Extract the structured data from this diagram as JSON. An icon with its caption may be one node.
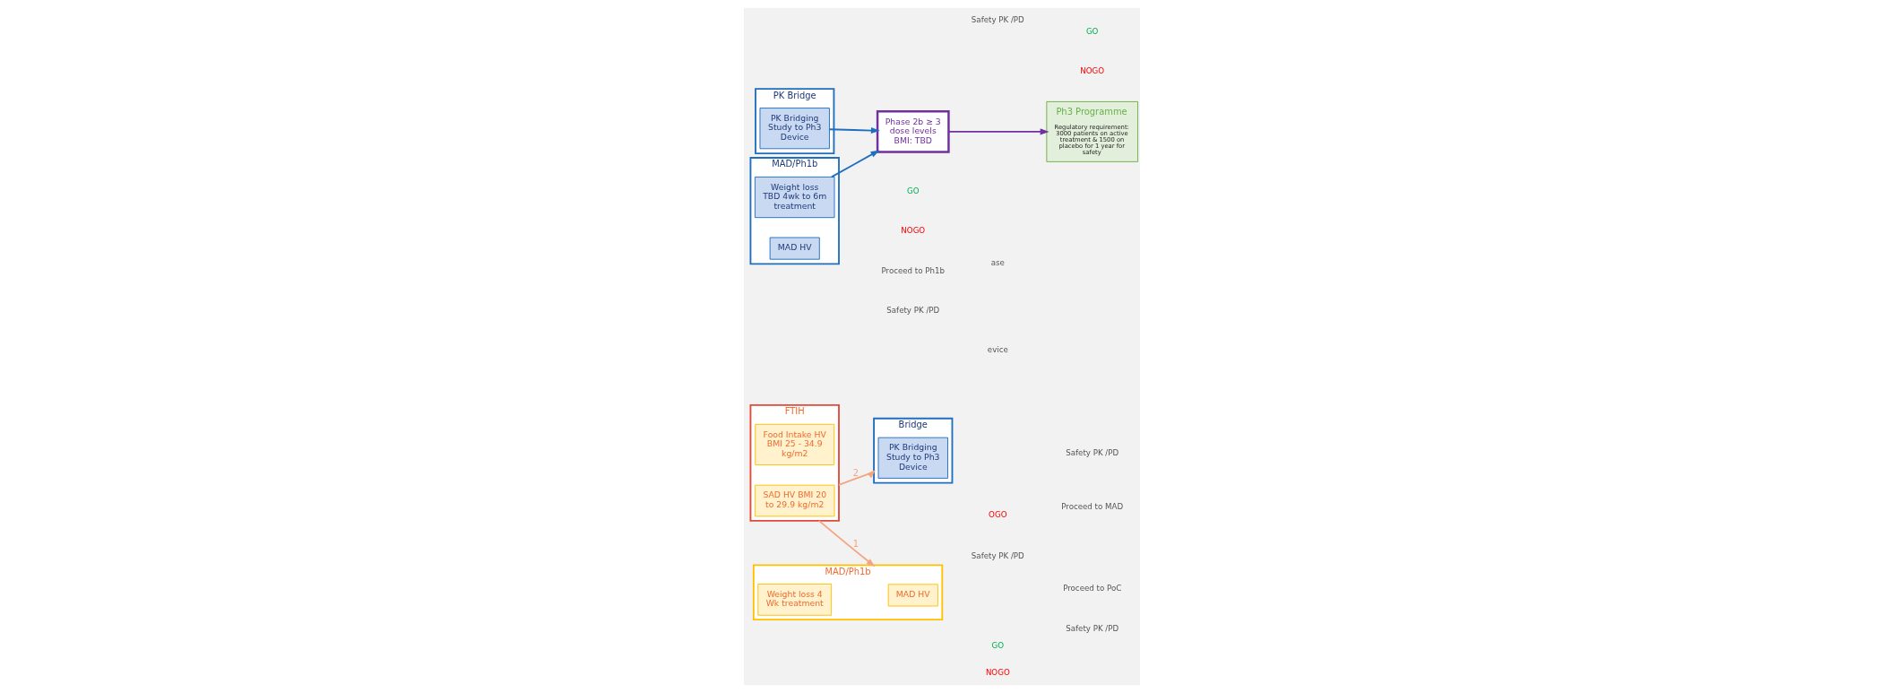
{
  "diagram": {
    "nodes": [
      {
        "text": [
          "FTIH"
        ]
      },
      {
        "text": [
          "SAD HV BMI 20 to 29.9 kg/m2"
        ],
        "in": 0
      },
      {
        "text": [
          "Food Intake HV BMI 25 - 34.9 kg/m2"
        ],
        "in": 0
      },
      {
        "text": [
          "MAD/Ph1b"
        ]
      },
      {
        "text": [
          "MAD HV"
        ],
        "in": 3
      },
      {
        "text": [
          "Weight loss 4 Wk treatment"
        ],
        "in": 3
      },
      {
        "text": [
          "PK Bridge"
        ]
      },
      {
        "text": [
          "PK Bridging Study to Ph3 Device"
        ],
        "in": 6
      },
      {
        "text": [
          "Bridge"
        ]
      },
      {
        "text": [
          "PK Bridging Study to Ph3 Device"
        ],
        "in": 8
      },
      {
        "text": [
          "MAD/Ph1b"
        ]
      },
      {
        "text": [
          "MAD HV"
        ],
        "in": 10
      },
      {
        "text": [
          "Weight loss TBD 4wk to 6m treatment"
        ],
        "in": 10
      },
      {
        "text": [
          "Phase 2b ≥ 3 dose levels BMI: TBD"
        ]
      },
      {
        "text": [
          "Ph3 Programme",
          "Regulatory requirement: 3000 patients on active treatment & 1500 on placebo for 1 year for safety"
        ]
      }
    ],
    "edges": [
      {
        "from": 0,
        "to": 3,
        "arrow": "to",
        "label": "1",
        "color": "#f4a582"
      },
      {
        "from": 0,
        "to": 8,
        "arrow": "to",
        "label": "2",
        "color": "#f4a582"
      },
      {
        "from": 7,
        "to": 13,
        "arrow": "to",
        "color": "#1f6fbf"
      },
      {
        "from": 12,
        "to": 13,
        "arrow": "to",
        "color": "#1f6fbf"
      },
      {
        "from": 13,
        "to": 14,
        "arrow": "to",
        "color": "#7030a0"
      }
    ],
    "labels": [
      "Safety PK /PD",
      "OGO",
      "ase",
      "evice",
      "Safety PK /PD",
      "Proceed to PoC",
      "GO",
      "NOGO",
      "Safety PK /PD",
      "Safety PK /PD",
      "Proceed to MAD",
      "Safety PK /PD",
      "Proceed to Ph1b",
      "GO",
      "NOGO",
      "GO",
      "NOGO"
    ]
  }
}
